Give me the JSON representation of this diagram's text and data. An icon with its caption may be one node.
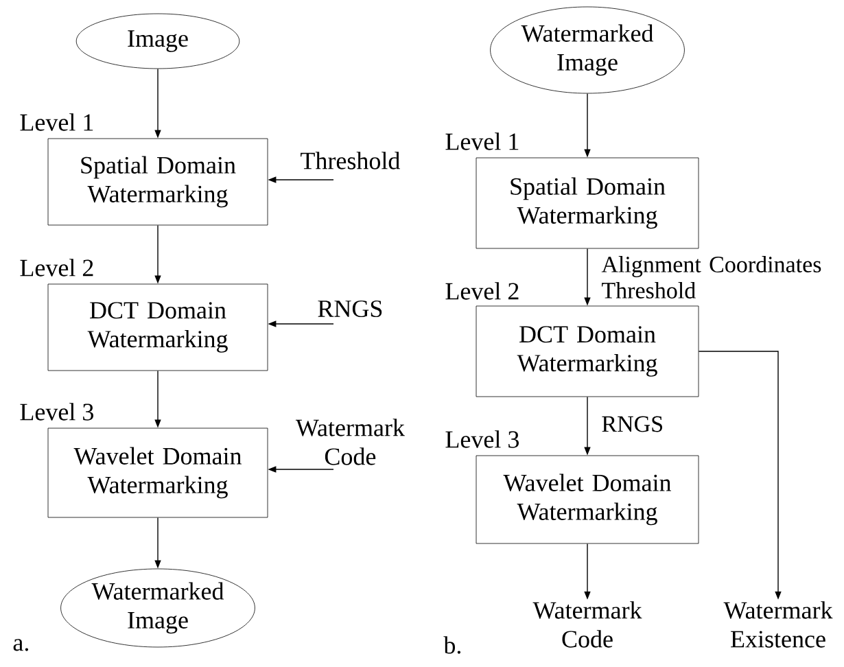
{
  "diagram": {
    "nodes": [
      {
        "text": [
          "Image"
        ]
      },
      {
        "text": [
          "Spatial Domain Watermarking"
        ]
      },
      {
        "text": [
          "Threshold"
        ]
      },
      {
        "text": [
          "DCT Domain Watermarking"
        ]
      },
      {
        "text": [
          "RNGS"
        ]
      },
      {
        "text": [
          "Wavelet Domain Watermarking"
        ]
      },
      {
        "text": [
          "Watermark Code"
        ]
      },
      {
        "text": [
          "Watermarked Image"
        ]
      },
      {
        "text": [
          "Watermarked Image"
        ]
      },
      {
        "text": [
          "Spatial Domain Watermarking"
        ]
      },
      {
        "text": [
          "DCT Domain Watermarking"
        ]
      },
      {
        "text": [
          "Wavelet Domain Watermarking"
        ]
      },
      {
        "text": [
          "Watermark Code"
        ]
      },
      {
        "text": [
          "Watermark Existence"
        ]
      }
    ],
    "edges": [
      {
        "from": 0,
        "to": 1,
        "arrow": "to"
      },
      {
        "from": 1,
        "to": 3,
        "arrow": "to"
      },
      {
        "from": 3,
        "to": 5,
        "arrow": "to"
      },
      {
        "from": 5,
        "to": 7,
        "arrow": "to"
      },
      {
        "from": 2,
        "to": 1,
        "arrow": "to"
      },
      {
        "from": 4,
        "to": 3,
        "arrow": "to"
      },
      {
        "from": 6,
        "to": 5,
        "arrow": "to"
      },
      {
        "from": 8,
        "to": 9,
        "arrow": "to"
      },
      {
        "from": 9,
        "to": 10,
        "arrow": "to",
        "label": "Alignment Coordinates Threshold"
      },
      {
        "from": 10,
        "to": 11,
        "arrow": "to",
        "label": "RNGS"
      },
      {
        "from": 11,
        "to": 12,
        "arrow": "to"
      },
      {
        "from": 10,
        "to": 13,
        "arrow": "to"
      }
    ],
    "labels": [
      "Level 1",
      "Level 2",
      "Level 3",
      "a.",
      "Level 1",
      "Level 2",
      "Level 3",
      "b."
    ]
  }
}
